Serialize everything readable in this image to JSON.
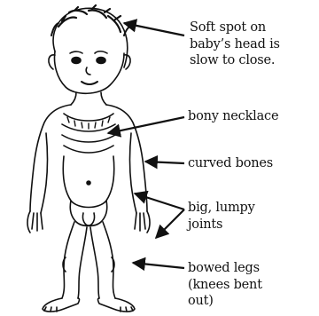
{
  "labels": {
    "soft_spot": [
      "Soft spot on",
      "baby’s head is",
      "slow to close."
    ],
    "bony_necklace": [
      "bony necklace"
    ],
    "curved_bones": [
      "curved bones"
    ],
    "lumpy_joints": [
      "big, lumpy",
      "joints"
    ],
    "bowed_legs": [
      "bowed legs",
      "(knees bent",
      "out)"
    ]
  },
  "colors": {
    "ink": "#111111",
    "background": "#ffffff"
  },
  "icons": {
    "figure": "child-figure-illustration",
    "arrows": "arrow-pointer-icon"
  }
}
